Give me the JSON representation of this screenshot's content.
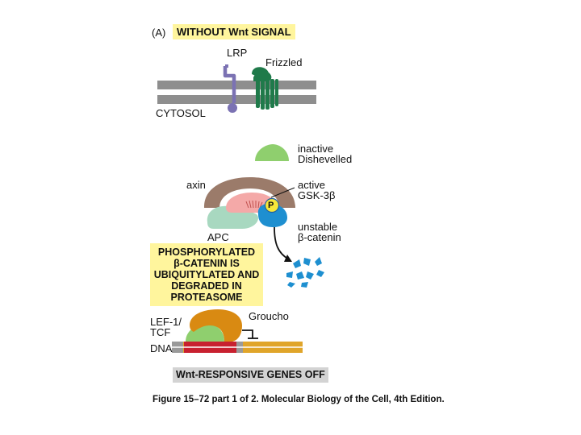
{
  "panel_letter": "(A)",
  "title": "WITHOUT Wnt SIGNAL",
  "labels": {
    "lrp": "LRP",
    "frizzled": "Frizzled",
    "cytosol": "CYTOSOL",
    "dishevelled_line1": "inactive",
    "dishevelled_line2": "Dishevelled",
    "axin": "axin",
    "gsk_line1": "active",
    "gsk_line2": "GSK-3β",
    "phospho": "P",
    "bcat_line1": "unstable",
    "bcat_line2": "β-catenin",
    "apc": "APC",
    "lef_line1": "LEF-1/",
    "lef_line2": "TCF",
    "groucho": "Groucho",
    "dna": "DNA"
  },
  "caption_lines": [
    "PHOSPHORYLATED",
    "β-CATENIN IS",
    "UBIQUITYLATED AND",
    "DEGRADED IN",
    "PROTEASOME"
  ],
  "status": "Wnt-RESPONSIVE GENES OFF",
  "figure_caption": "Figure 15–72 part 1 of 2. Molecular Biology of the Cell, 4th Edition.",
  "colors": {
    "membrane": "#8e8e8e",
    "lrp": "#7b72b3",
    "frizzled": "#1f7a4a",
    "dishevelled": "#8fcf6e",
    "axin": "#9b7b6a",
    "gsk": "#f4a9a8",
    "apc": "#a8d8c0",
    "beta_catenin": "#1e8fd0",
    "phosphate": "#f7e83a",
    "lef": "#8fcf6e",
    "groucho": "#d98a12",
    "dna_red": "#c8202f",
    "dna_gold": "#e0a52a",
    "highlight": "#fff59d",
    "status_bg": "#d3d3d3"
  }
}
